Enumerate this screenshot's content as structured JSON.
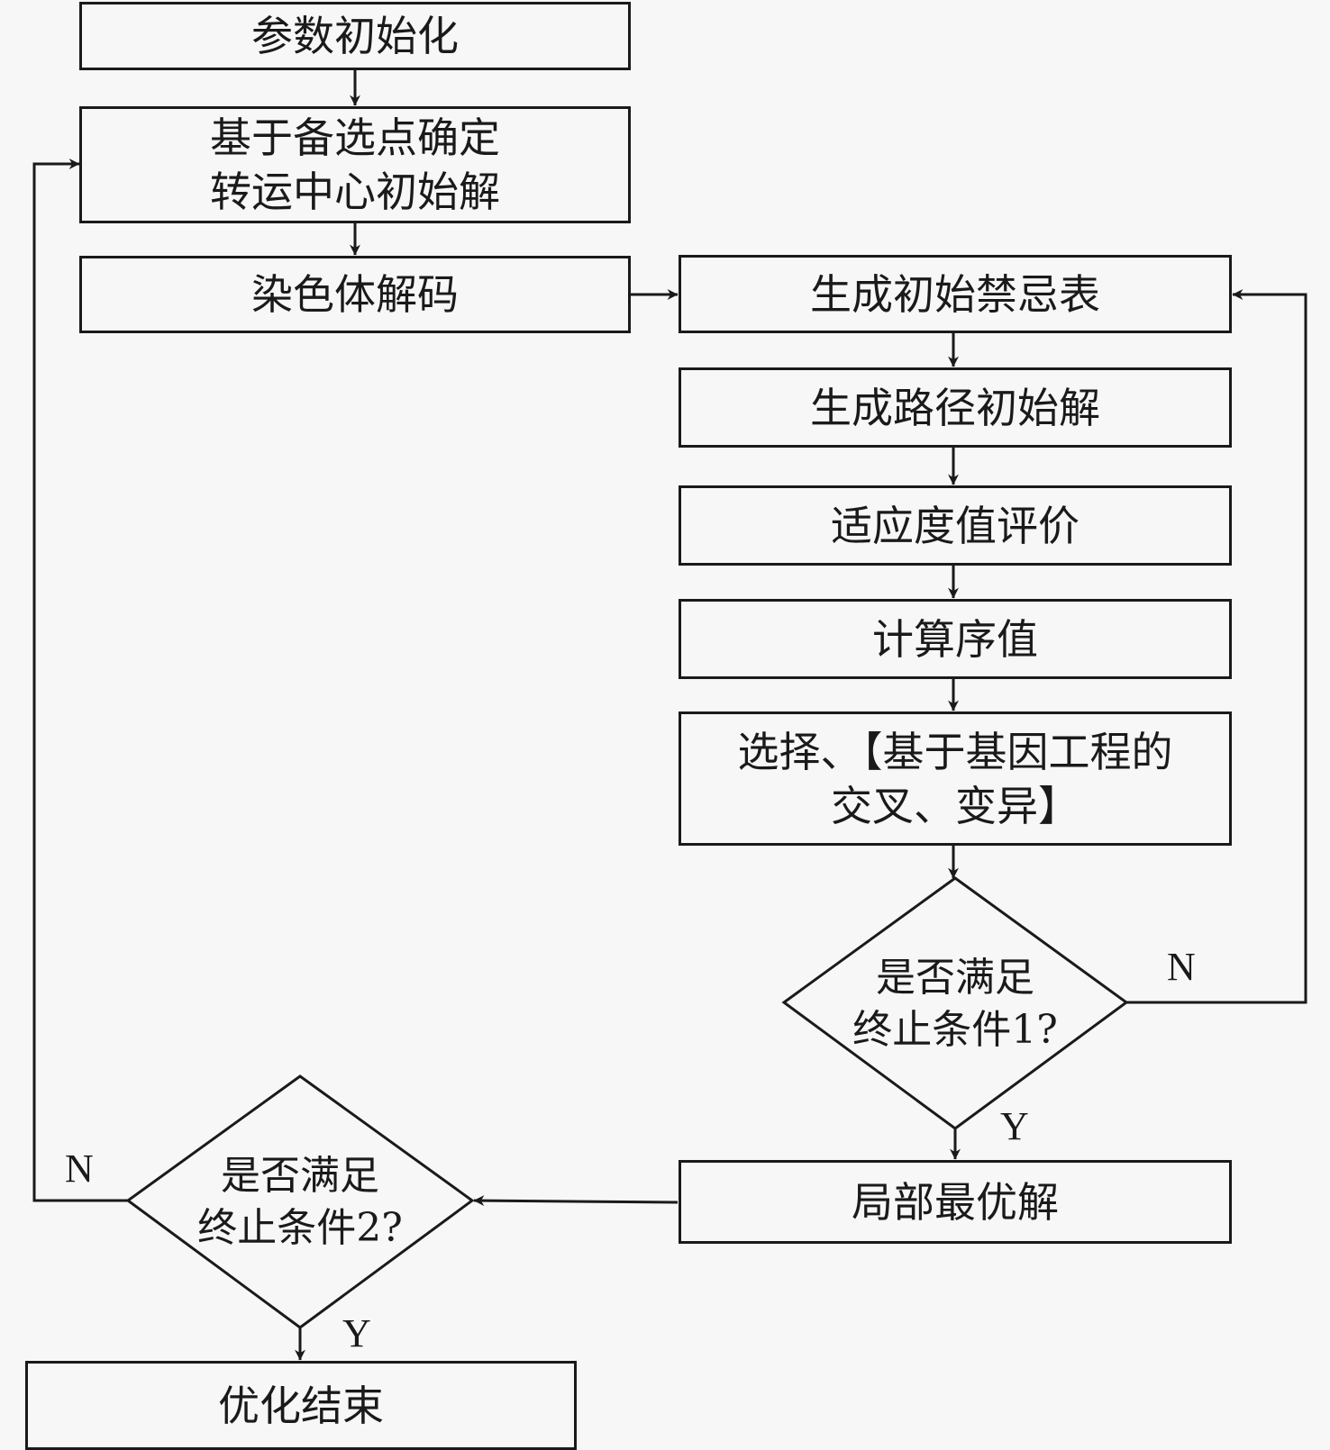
{
  "nodes": {
    "init": "参数初始化",
    "transfer": "基于备选点确定\n转运中心初始解",
    "decode": "染色体解码",
    "tabu": "生成初始禁忌表",
    "route": "生成路径初始解",
    "fitness": "适应度值评价",
    "rank": "计算序值",
    "ga_ops": "选择、【基于基因工程的\n交叉、变异】",
    "cond1": "是否满足\n终止条件1?",
    "local_opt": "局部最优解",
    "cond2": "是否满足\n终止条件2?",
    "end": "优化结束"
  },
  "labels": {
    "cond1_no": "N",
    "cond1_yes": "Y",
    "cond2_no": "N",
    "cond2_yes": "Y"
  }
}
